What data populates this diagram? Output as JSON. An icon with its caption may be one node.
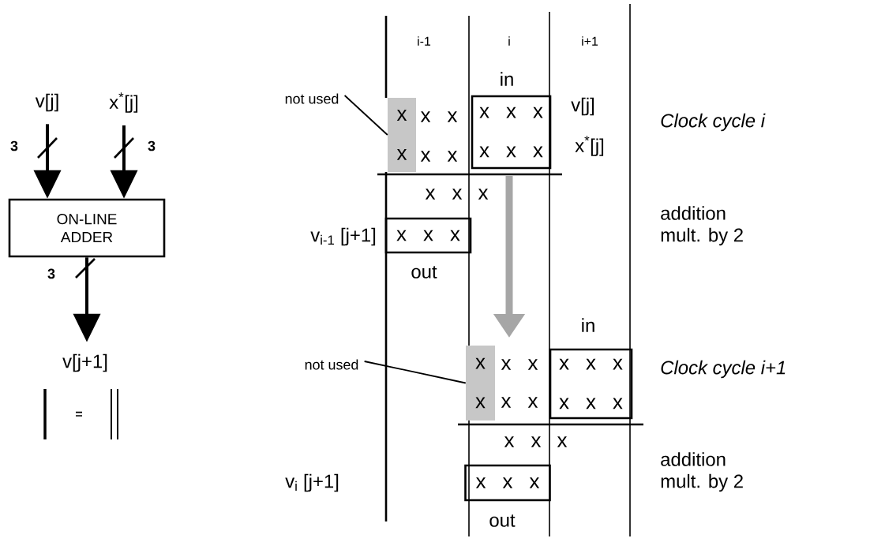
{
  "diagram": {
    "nodes": [
      {
        "text": [
          "v[j]"
        ]
      },
      {
        "text": [
          "x$^{*}$[j]"
        ]
      },
      {
        "text": [
          "ON-LINE ADDER"
        ]
      },
      {
        "text": [
          "v[j+1]"
        ]
      },
      {
        "text": [
          "not used"
        ]
      },
      {
        "text": [
          "x",
          "x"
        ]
      },
      {
        "text": [
          "x x x",
          "x x x"
        ],
        "beside": [
          "in",
          "v[j]",
          "x$^{*}$[j]"
        ]
      },
      {
        "text": [
          "x x x"
        ],
        "beside": [
          "v$_{i-1}$ [j+1]",
          "out"
        ]
      },
      {
        "text": [
          "not used"
        ]
      },
      {
        "text": [
          "x",
          "x"
        ]
      },
      {
        "text": [
          "x x x",
          "x x x"
        ],
        "beside": [
          "in"
        ]
      },
      {
        "text": [
          "x x x"
        ],
        "beside": [
          "out"
        ]
      }
    ],
    "edges": [
      {
        "from": 0,
        "to": 2,
        "arrow": "to",
        "label": "3"
      },
      {
        "from": 1,
        "to": 2,
        "arrow": "to",
        "label": "3"
      },
      {
        "from": 2,
        "to": 3,
        "arrow": "to",
        "label": "3"
      },
      {
        "from": 4,
        "to": 5,
        "arrow": "none"
      },
      {
        "from": 8,
        "to": 9,
        "arrow": "none"
      }
    ],
    "labels": [
      "i-1",
      "i",
      "i+1",
      "x x",
      "Clock cycle i",
      "x x",
      "x x",
      "x",
      "addition",
      "mult. by 2",
      "x x",
      "Clock cycle i+1",
      "x x",
      "x x",
      "x",
      "addition",
      "v$_{i}$ [j+1]",
      "mult. by 2",
      "="
    ]
  }
}
